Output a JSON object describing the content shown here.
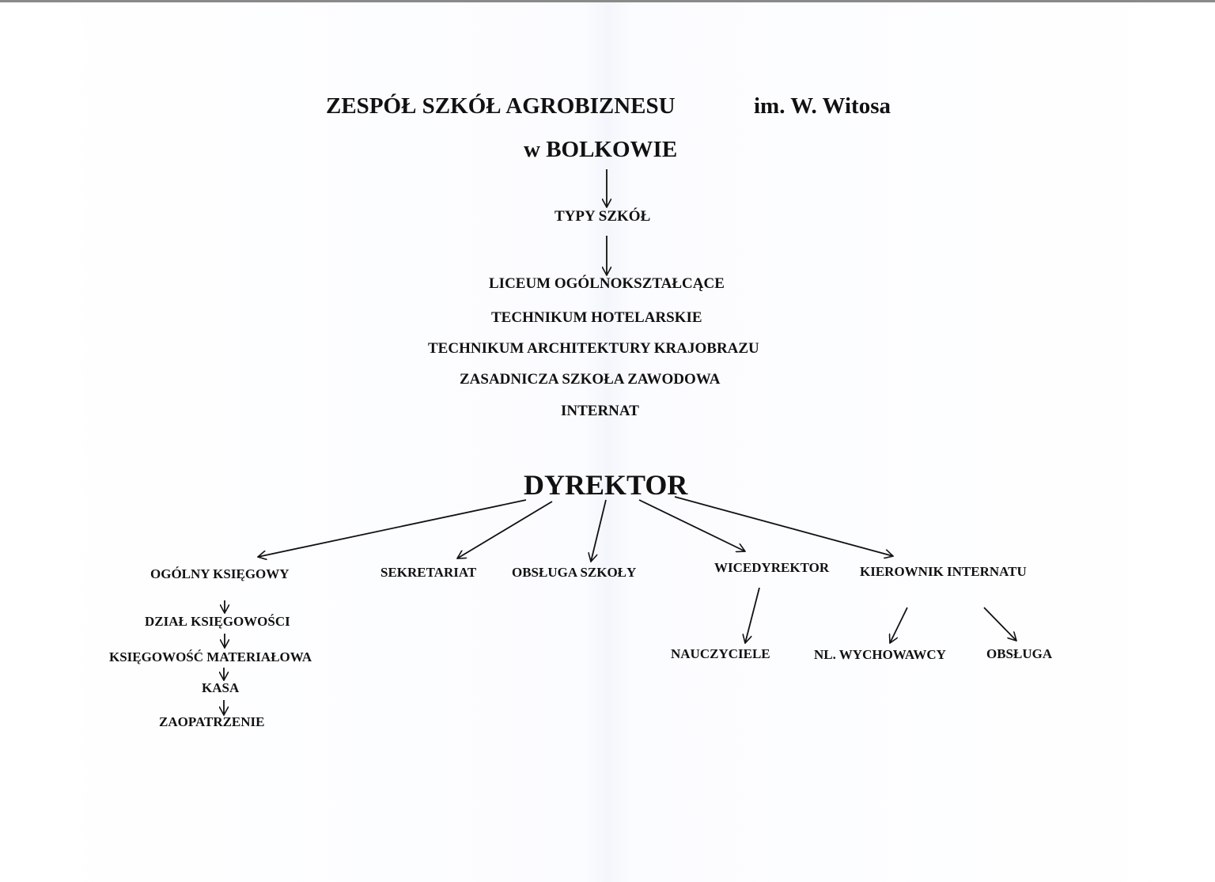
{
  "header": {
    "school_name": "ZESPÓŁ SZKÓŁ AGROBIZNESU",
    "patron": "im. W. Witosa",
    "location": "w BOLKOWIE"
  },
  "school_types": {
    "heading": "TYPY SZKÓŁ",
    "items": [
      "LICEUM OGÓLNOKSZTAŁCĄCE",
      "TECHNIKUM  HOTELARSKIE",
      "TECHNIKUM ARCHITEKTURY KRAJOBRAZU",
      "ZASADNICZA SZKOŁA ZAWODOWA",
      "INTERNAT"
    ]
  },
  "director": "DYREKTOR",
  "departments": [
    "OGÓLNY KSIĘGOWY",
    "SEKRETARIAT",
    "OBSŁUGA SZKOŁY",
    "WICEDYREKTOR",
    "KIEROWNIK INTERNATU"
  ],
  "accounting_chain": [
    "DZIAŁ KSIĘGOWOŚCI",
    "KSIĘGOWOŚĆ MATERIAŁOWA",
    "KASA",
    "ZAOPATRZENIE"
  ],
  "vice_director_subordinates": [
    "NAUCZYCIELE"
  ],
  "dormitory_subordinates": [
    "NL. WYCHOWAWCY",
    "OBSŁUGA"
  ]
}
